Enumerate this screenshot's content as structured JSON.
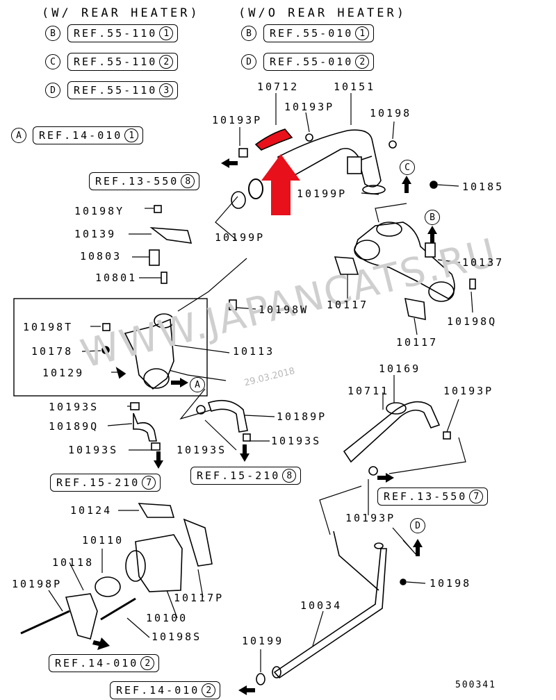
{
  "header": {
    "with_rear_heater": "(W/ REAR HEATER)",
    "without_rear_heater": "(W/O REAR HEATER)"
  },
  "ref_tables": {
    "with": [
      {
        "letter": "B",
        "ref": "REF.55-110",
        "num": "1"
      },
      {
        "letter": "C",
        "ref": "REF.55-110",
        "num": "2"
      },
      {
        "letter": "D",
        "ref": "REF.55-110",
        "num": "3"
      }
    ],
    "without": [
      {
        "letter": "B",
        "ref": "REF.55-010",
        "num": "1"
      },
      {
        "letter": "D",
        "ref": "REF.55-010",
        "num": "2"
      }
    ]
  },
  "refs": {
    "a": {
      "letter": "A",
      "ref": "REF.14-010",
      "num": "1"
    },
    "r13_550_8": {
      "ref": "REF.13-550",
      "num": "8"
    },
    "r15_210_7": {
      "ref": "REF.15-210",
      "num": "7"
    },
    "r15_210_8": {
      "ref": "REF.15-210",
      "num": "8"
    },
    "r13_550_7": {
      "ref": "REF.13-550",
      "num": "7"
    },
    "r14_010_2a": {
      "ref": "REF.14-010",
      "num": "2"
    },
    "r14_010_2b": {
      "ref": "REF.14-010",
      "num": "2"
    }
  },
  "callouts": {
    "A": "A",
    "B": "B",
    "C": "C",
    "D": "D"
  },
  "parts": {
    "p10712": "10712",
    "p10151": "10151",
    "p10193P_a": "10193P",
    "p10193P_b": "10193P",
    "p10198_a": "10198",
    "p10199P_a": "10199P",
    "p10185": "10185",
    "p10198Y": "10198Y",
    "p10139": "10139",
    "p10199P_b": "10199P",
    "p10803": "10803",
    "p10137": "10137",
    "p10801": "10801",
    "p10198W": "10198W",
    "p10117_a": "10117",
    "p10198Q": "10198Q",
    "p10198T": "10198T",
    "p10117_b": "10117",
    "p10178": "10178",
    "p10113": "10113",
    "p10129": "10129",
    "p10169": "10169",
    "p10711": "10711",
    "p10193P_c": "10193P",
    "p10193S_a": "10193S",
    "p10189P": "10189P",
    "p10189Q": "10189Q",
    "p10193S_b": "10193S",
    "p10193S_c": "10193S",
    "p10193S_d": "10193S",
    "p10193P_d": "10193P",
    "p10124": "10124",
    "p10110": "10110",
    "p10118": "10118",
    "p10198_b": "10198",
    "p10198P": "10198P",
    "p10117P": "10117P",
    "p10100": "10100",
    "p10034": "10034",
    "p10198S": "10198S",
    "p10199": "10199"
  },
  "watermark": "WWW.JAPANCATS.RU",
  "date": "29.03.2018",
  "diagram_id": "500341",
  "colors": {
    "highlight": "#e8101a",
    "ink": "#000000",
    "watermark": "#cfcfcf"
  }
}
